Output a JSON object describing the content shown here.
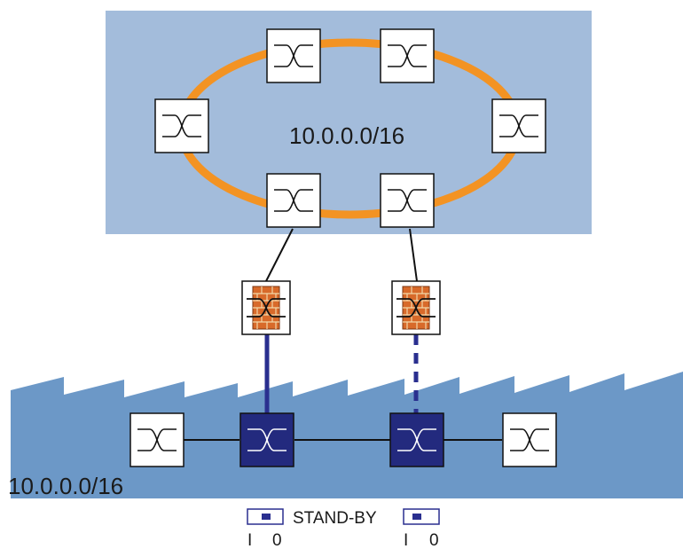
{
  "colors": {
    "upper_network_fill": "#a3bcdb",
    "lower_network_fill": "#6c98c7",
    "ring": "#f39323",
    "link": "#111111",
    "standby_link": "#2a2f8f",
    "active_switch_fill": "#232a7e",
    "switch_fill": "#ffffff",
    "brick": "#d86a2a",
    "mortar": "#f1d6a8"
  },
  "icons": {
    "switch": "switch-icon",
    "firewall": "firewall-icon",
    "dip_switch": "dip-switch-icon"
  },
  "upper_network": {
    "label": "10.0.0.0/16"
  },
  "lower_network": {
    "label": "10.0.0.0/16"
  },
  "standby": {
    "label": "STAND-BY",
    "left_switch": {
      "on_label": "I",
      "off_label": "0"
    },
    "right_switch": {
      "on_label": "I",
      "off_label": "0"
    }
  }
}
